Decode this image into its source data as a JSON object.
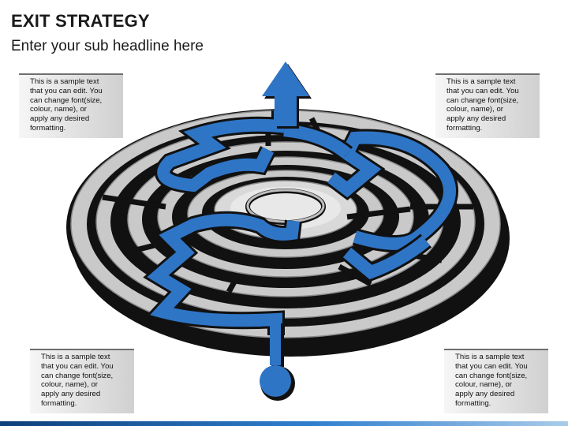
{
  "header": {
    "title": "EXIT STRATEGY",
    "subtitle": "Enter your sub headline here"
  },
  "notes": {
    "top_left": [
      "This is a sample text",
      "that you can edit. You",
      "can change font(size,",
      "colour, name), or",
      "apply any desired",
      "formatting."
    ],
    "top_right": [
      "This is a sample text",
      "that you can edit. You",
      "can change font(size,",
      "colour, name), or",
      "apply any desired",
      "formatting."
    ],
    "bottom_left": [
      "This is a sample text",
      "that you can edit. You",
      "can change font(size,",
      "colour, name), or",
      "apply any desired",
      "formatting."
    ],
    "bottom_right": [
      "This is a sample text",
      "that you can edit. You",
      "can change font(size,",
      "colour, name), or",
      "apply any desired",
      "formatting."
    ]
  },
  "colors": {
    "maze_wall": "#c9c9c9",
    "maze_wall_edge": "#8a8a8a",
    "maze_path": "#2e75c6",
    "maze_gap": "#111111",
    "arrow": "#2e75c6"
  },
  "icons": {
    "exit_arrow": "up-arrow-icon",
    "start_marker": "circle-pin-icon"
  }
}
